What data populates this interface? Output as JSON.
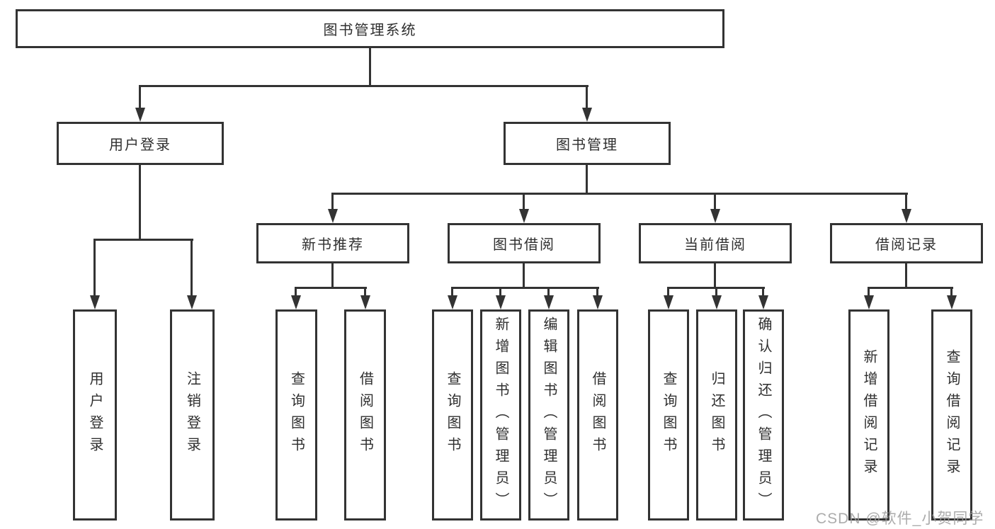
{
  "diagram": {
    "root": {
      "label": "图书管理系统"
    },
    "level2": [
      {
        "id": "user-login",
        "label": "用户登录"
      },
      {
        "id": "book-management",
        "label": "图书管理"
      }
    ],
    "level3": [
      {
        "id": "new-book-recommend",
        "label": "新书推荐",
        "parent": "book-management"
      },
      {
        "id": "book-borrow",
        "label": "图书借阅",
        "parent": "book-management"
      },
      {
        "id": "current-borrow",
        "label": "当前借阅",
        "parent": "book-management"
      },
      {
        "id": "borrow-records",
        "label": "借阅记录",
        "parent": "book-management"
      }
    ],
    "leaves": [
      {
        "parent": "user-login",
        "label": "用户登录"
      },
      {
        "parent": "user-login",
        "label": "注销登录"
      },
      {
        "parent": "new-book-recommend",
        "label": "查询图书"
      },
      {
        "parent": "new-book-recommend",
        "label": "借阅图书"
      },
      {
        "parent": "book-borrow",
        "label": "查询图书"
      },
      {
        "parent": "book-borrow",
        "label": "新增图书（管理员）"
      },
      {
        "parent": "book-borrow",
        "label": "编辑图书（管理员）"
      },
      {
        "parent": "book-borrow",
        "label": "借阅图书"
      },
      {
        "parent": "current-borrow",
        "label": "查询图书"
      },
      {
        "parent": "current-borrow",
        "label": "归还图书"
      },
      {
        "parent": "current-borrow",
        "label": "确认归还（管理员）"
      },
      {
        "parent": "borrow-records",
        "label": "新增借阅记录"
      },
      {
        "parent": "borrow-records",
        "label": "查询借阅记录"
      }
    ]
  },
  "watermark": {
    "text": "CSDN @软件_小贺同学"
  },
  "colors": {
    "line": "#333333",
    "box_border": "#333333",
    "text": "#2f2f2f",
    "watermark": "#9e9e9e",
    "background": "#ffffff"
  }
}
